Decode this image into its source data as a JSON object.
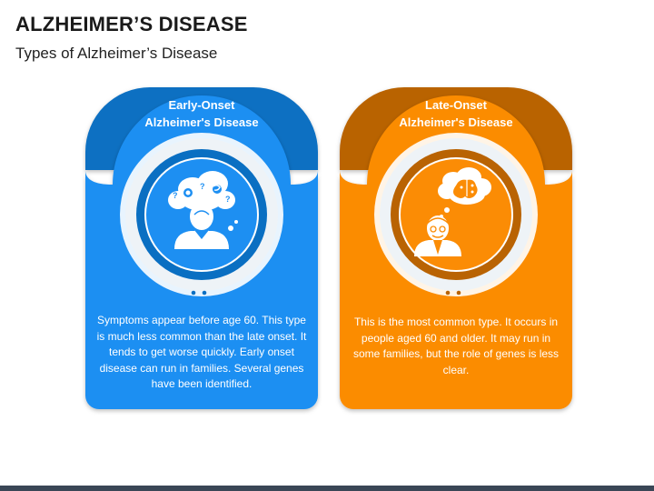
{
  "page": {
    "title": "ALZHEIMER’S DISEASE",
    "subtitle": "Types of Alzheimer’s Disease"
  },
  "cards": [
    {
      "heading_line1": "Early-Onset",
      "heading_line2": "Alzheimer's Disease",
      "body": "Symptoms appear before age 60. This type is much less common than the late onset. It tends to get worse quickly. Early onset disease can run in families. Several genes have been identified.",
      "icon": "confused-person-with-question-marks-icon",
      "colors": {
        "header": "#0a6fc2",
        "body": "#1d8ff2",
        "ring": "#0a6fc2"
      }
    },
    {
      "heading_line1": "Late-Onset",
      "heading_line2": "Alzheimer's Disease",
      "body": "This is the most common type. It occurs in people aged 60 and older. It may run in some families, but the role of genes is less clear.",
      "icon": "elderly-person-thinking-brain-icon",
      "colors": {
        "header": "#b96303",
        "body": "#fb8c05",
        "ring": "#b96303"
      }
    }
  ]
}
